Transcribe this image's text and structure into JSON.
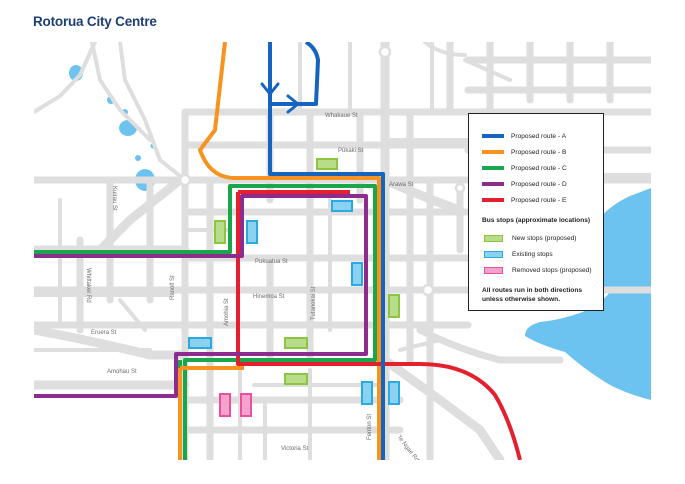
{
  "title": "Rotorua City Centre",
  "colors": {
    "road": "#dedede",
    "lake": "#6cc3ef",
    "route_a": "#1565c0",
    "route_b": "#f7931e",
    "route_c": "#1aa64b",
    "route_d": "#8e2b8f",
    "route_e": "#e5202e",
    "stop_new": "#8cc63f",
    "stop_existing": "#29abe2",
    "stop_removed": "#ec4fa0"
  },
  "streets": {
    "whakaue": "Whakaue St",
    "pukaki": "Pūkaki St",
    "arawa": "Arawa St",
    "kuirau": "Kuirau St",
    "pukuatua": "Pukuatua St",
    "hinemoa": "Hinemoa St",
    "whittaker": "Whittaker Rd",
    "ranolf": "Ranolf St",
    "amohia": "Amohia St",
    "tutanekai": "Tutanekai St",
    "eruera": "Eruera St",
    "amohau": "Amohau St",
    "fenton": "Fenton St",
    "tengae": "Te Ngae Rd",
    "victoria": "Victoria St"
  },
  "legend": {
    "routes": [
      {
        "label": "Proposed route - A",
        "color_key": "route_a"
      },
      {
        "label": "Proposed route - B",
        "color_key": "route_b"
      },
      {
        "label": "Proposed route - C",
        "color_key": "route_c"
      },
      {
        "label": "Proposed route - D",
        "color_key": "route_d"
      },
      {
        "label": "Proposed route - E",
        "color_key": "route_e"
      }
    ],
    "stops_heading": "Bus stops (approximate locations)",
    "stops": [
      {
        "label": "New stops (proposed)",
        "kind": "new"
      },
      {
        "label": "Existing stops",
        "kind": "existing"
      },
      {
        "label": "Removed stops (proposed)",
        "kind": "removed"
      }
    ],
    "note": "All routes run in both directions unless otherwise shown."
  }
}
